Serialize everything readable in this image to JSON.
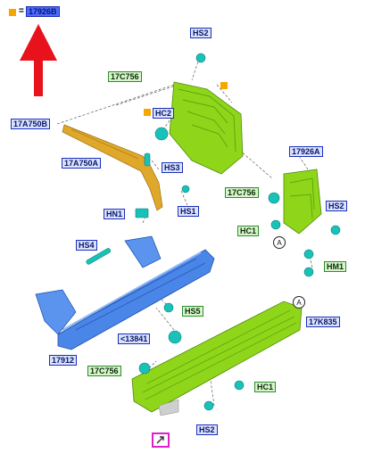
{
  "header": {
    "equals": "=",
    "part_number": "17926B"
  },
  "labels": {
    "hs2_top": "HS2",
    "c17c756_top": "17C756",
    "hc2": "HC2",
    "a17a750b": "17A750B",
    "a17a750a": "17A750A",
    "hs3": "HS3",
    "hn1": "HN1",
    "hs1": "HS1",
    "a17926a": "17926A",
    "c17c756_right": "17C756",
    "hs2_right": "HS2",
    "hc1_right": "HC1",
    "hm1": "HM1",
    "hs4": "HS4",
    "a17k835": "17K835",
    "hs5": "HS5",
    "lt13841": "<13841",
    "a17912": "17912",
    "c17c756_bottom": "17C756",
    "hc1_bottom": "HC1",
    "hs2_bottom": "HS2"
  },
  "callouts": {
    "a_top": "A",
    "a_bottom": "A"
  },
  "colors": {
    "arrow": "#e8121c",
    "green_part": "#8fd61a",
    "blue_part": "#4a86e8",
    "fastener": "#19c2b8",
    "bracket": "#e0a82a",
    "marker": "#f7a600",
    "external_link": "#e020c8"
  },
  "icons": {
    "external": "external-link-icon",
    "arrow": "up-arrow-icon"
  }
}
